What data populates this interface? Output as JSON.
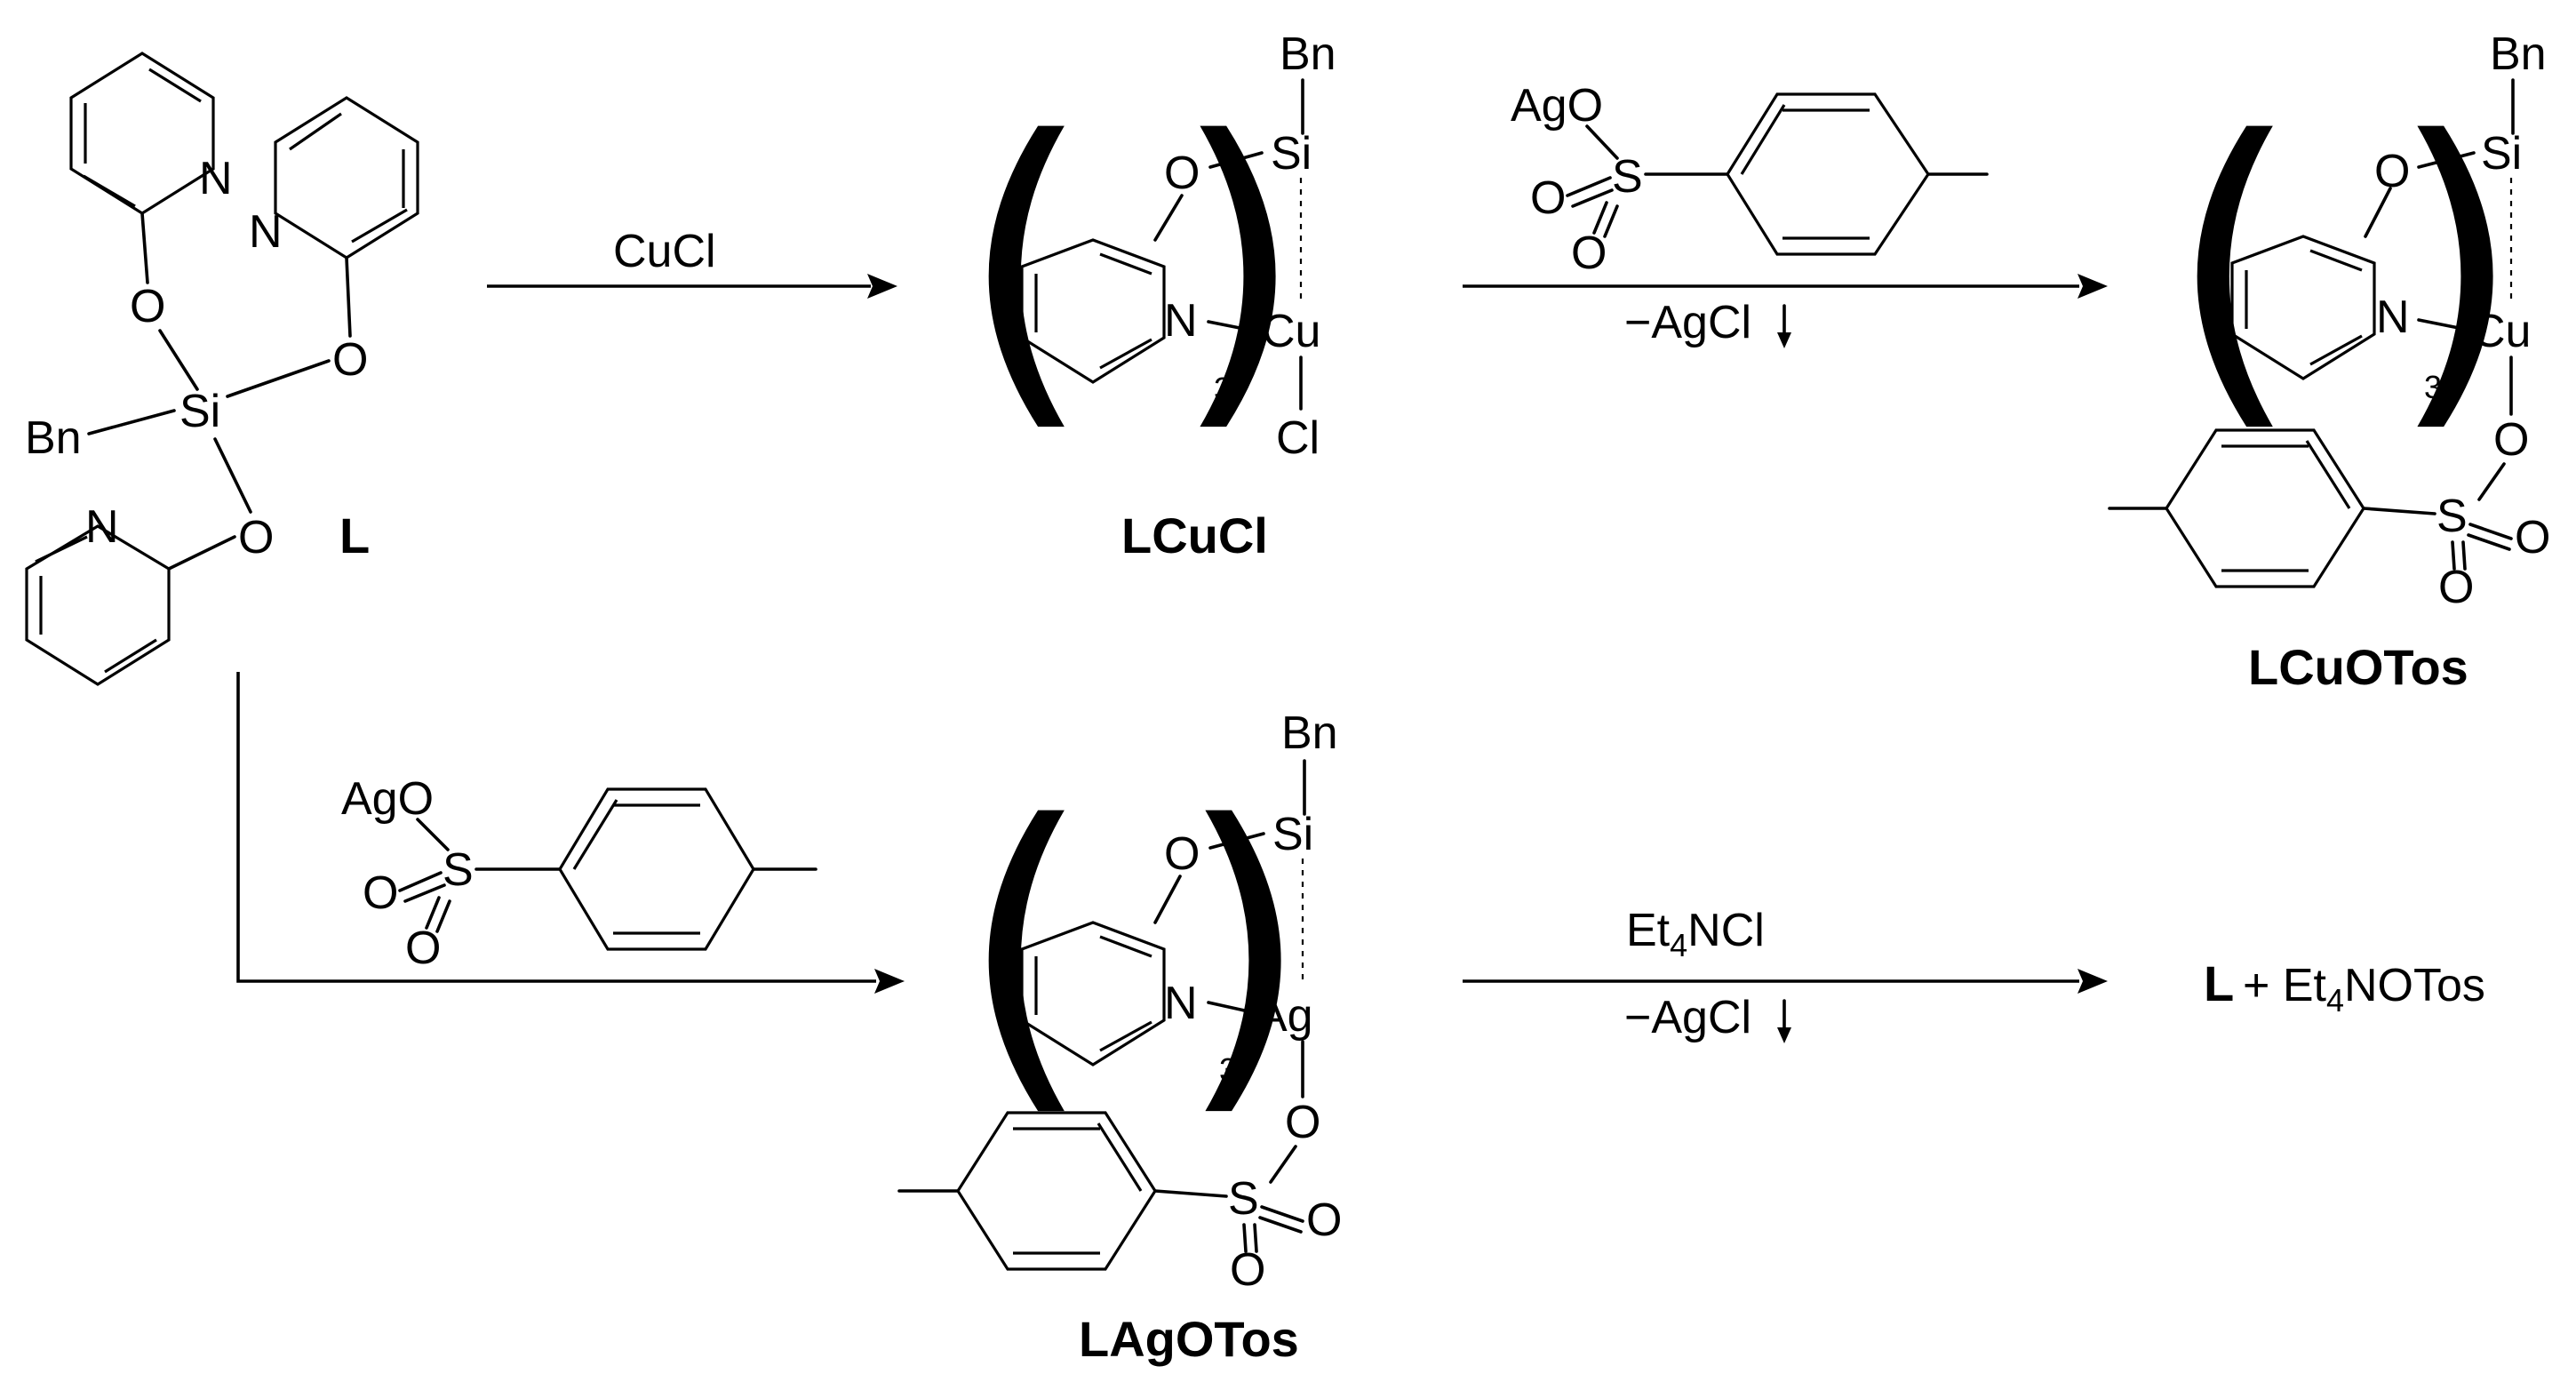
{
  "compounds": {
    "L": {
      "label": "L"
    },
    "LCuCl": {
      "label": "LCuCl",
      "metal": "Cu",
      "halide": "Cl",
      "multiplier": "3"
    },
    "LCuOTos": {
      "label": "LCuOTos",
      "metal": "Cu",
      "multiplier": "3"
    },
    "LAgOTos": {
      "label": "LAgOTos",
      "metal": "Ag",
      "multiplier": "3"
    }
  },
  "atoms": {
    "N": "N",
    "O": "O",
    "Si": "Si",
    "Bn": "Bn",
    "S": "S",
    "AgO": "AgO"
  },
  "reactions": [
    {
      "id": "r1",
      "above": "CuCl",
      "below": ""
    },
    {
      "id": "r2",
      "above": "",
      "below": "−AgCl"
    },
    {
      "id": "r3",
      "above": "",
      "below": ""
    },
    {
      "id": "r4",
      "above_main": "Et",
      "above_sub": "4",
      "above_tail": "NCl",
      "below": "−AgCl"
    }
  ],
  "products": {
    "final_L": "L",
    "final_plus": "+ Et",
    "final_sub": "4",
    "final_tail": "NOTos"
  },
  "colors": {
    "ink": "#000000",
    "background": "#ffffff"
  }
}
